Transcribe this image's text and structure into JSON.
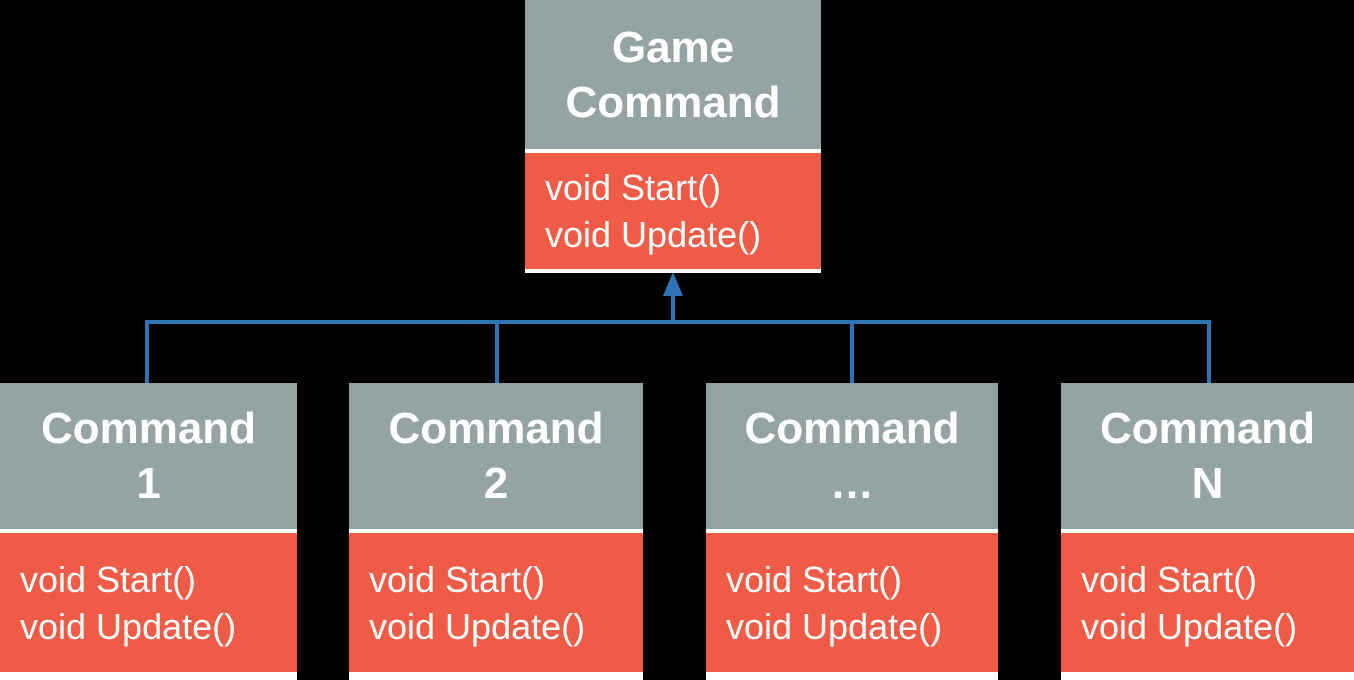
{
  "colors": {
    "background": "#000000",
    "class_header": "#94a4a5",
    "class_body": "#ee5b46",
    "connector": "#2e74b5",
    "text": "#ffffff"
  },
  "parent": {
    "name_line1": "Game",
    "name_line2": "Command",
    "methods": [
      "void Start()",
      "void Update()"
    ]
  },
  "children": [
    {
      "name_line1": "Command",
      "name_line2": "1",
      "methods": [
        "void Start()",
        "void Update()"
      ]
    },
    {
      "name_line1": "Command",
      "name_line2": "2",
      "methods": [
        "void Start()",
        "void Update()"
      ]
    },
    {
      "name_line1": "Command",
      "name_line2": "…",
      "methods": [
        "void Start()",
        "void Update()"
      ]
    },
    {
      "name_line1": "Command",
      "name_line2": "N",
      "methods": [
        "void Start()",
        "void Update()"
      ]
    }
  ]
}
